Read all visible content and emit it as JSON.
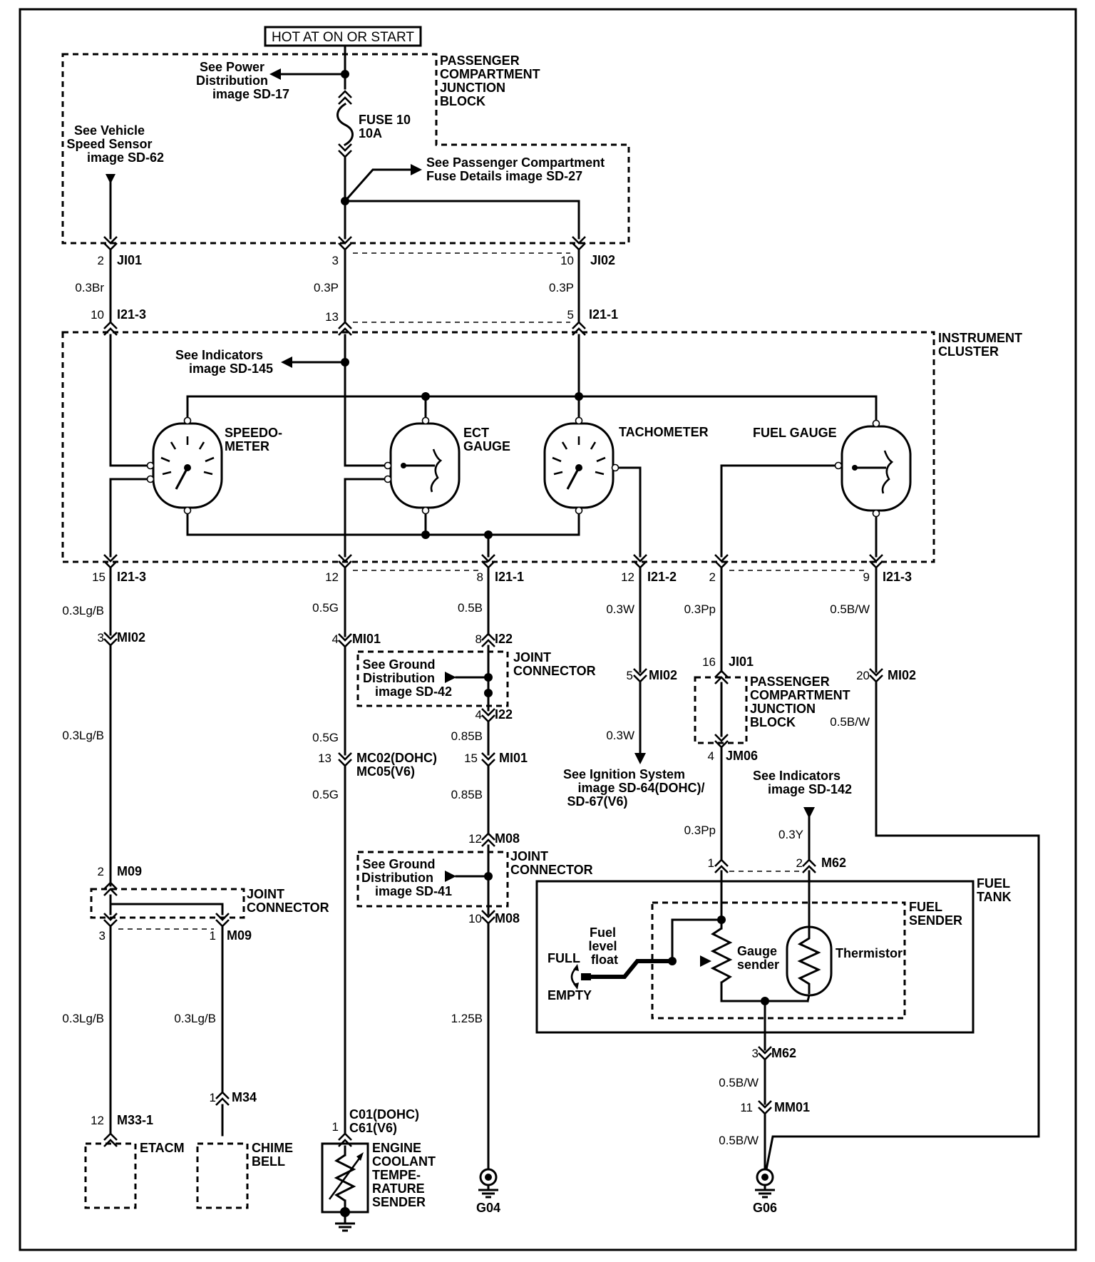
{
  "power_source": "HOT AT ON OR START",
  "pcjb": {
    "title_lines": [
      "PASSENGER",
      "COMPARTMENT",
      "JUNCTION",
      "BLOCK"
    ],
    "ref_power": [
      "See Power",
      "Distribution",
      "image SD-17"
    ],
    "ref_vss": [
      "See Vehicle",
      "Speed Sensor",
      "image SD-62"
    ],
    "fuse": [
      "FUSE 10",
      "10A"
    ],
    "ref_fuse": [
      "See Passenger Compartment",
      "Fuse Details image SD-27"
    ]
  },
  "upper_pins": {
    "j101_pin": "2",
    "j101_name": "JI01",
    "mid_pin": "3",
    "j102_pin": "10",
    "j102_name": "JI02",
    "wire_br": "0.3Br",
    "wire_p1": "0.3P",
    "wire_p2": "0.3P",
    "i213_pin": "10",
    "i213_name": "I21-3",
    "i13_pin": "13",
    "i211_pin": "5",
    "i211_name": "I21-1"
  },
  "cluster": {
    "title_lines": [
      "INSTRUMENT",
      "CLUSTER"
    ],
    "ref_indicators": [
      "See Indicators",
      "image SD-145"
    ],
    "speedo": [
      "SPEEDO-",
      "METER"
    ],
    "ect": [
      "ECT",
      "GAUGE"
    ],
    "tach": "TACHOMETER",
    "fuel": "FUEL GAUGE"
  },
  "lower_pins": {
    "p15": "15",
    "p15_name": "I21-3",
    "p12a": "12",
    "p8": "8",
    "p8_name": "I21-1",
    "p12b": "12",
    "p12b_name": "I21-2",
    "p2": "2",
    "p9": "9",
    "p9_name": "I21-3",
    "w_lgb": "0.3Lg/B",
    "w_g": "0.5G",
    "w_b": "0.5B",
    "w_w": "0.3W",
    "w_pp": "0.3Pp",
    "w_bw": "0.5B/W"
  },
  "col_speed": {
    "mi02_pin": "3",
    "mi02_name": "MI02",
    "wire2": "0.3Lg/B",
    "m09_pin": "2",
    "m09_name": "M09",
    "jc": [
      "JOINT",
      "CONNECTOR"
    ],
    "left_pin": "3",
    "right_pin": "1",
    "right_name": "M09",
    "wire_left": "0.3Lg/B",
    "wire_right": "0.3Lg/B",
    "m34_pin": "1",
    "m34_name": "M34",
    "m331_pin": "12",
    "m331_name": "M33-1",
    "etacm": "ETACM",
    "chime": [
      "CHIME",
      "BELL"
    ]
  },
  "col_ect": {
    "mi01_pin": "4",
    "mi01_name": "MI01",
    "wire2": "0.5G",
    "mc_pin": "13",
    "mc_name1": "MC02(DOHC)",
    "mc_name2": "MC05(V6)",
    "wire3": "0.5G",
    "c_pin": "1",
    "c_name1": "C01(DOHC)",
    "c_name2": "C61(V6)",
    "sender": [
      "ENGINE",
      "COOLANT",
      "TEMPE-",
      "RATURE",
      "SENDER"
    ]
  },
  "col_ground": {
    "i22a_pin": "8",
    "i22a_name": "I22",
    "jc1": [
      "JOINT",
      "CONNECTOR"
    ],
    "ref_gd42": [
      "See Ground",
      "Distribution",
      "image SD-42"
    ],
    "i22b_pin": "4",
    "i22b_name": "I22",
    "wire2": "0.85B",
    "mi01_pin": "15",
    "mi01_name": "MI01",
    "wire3": "0.85B",
    "m08a_pin": "12",
    "m08a_name": "M08",
    "jc2": [
      "JOINT",
      "CONNECTOR"
    ],
    "ref_gd41": [
      "See Ground",
      "Distribution",
      "image SD-41"
    ],
    "m08b_pin": "10",
    "m08b_name": "M08",
    "wire4": "1.25B",
    "ground": "G04"
  },
  "col_tach": {
    "mi02_pin": "5",
    "mi02_name": "MI02",
    "wire2": "0.3W",
    "ref_ign": [
      "See Ignition System",
      "image SD-64(DOHC)/",
      "SD-67(V6)"
    ]
  },
  "col_fuel": {
    "j101_pin": "16",
    "j101_name": "JI01",
    "pcjb": [
      "PASSENGER",
      "COMPARTMENT",
      "JUNCTION",
      "BLOCK"
    ],
    "jm06_pin": "4",
    "jm06_name": "JM06",
    "ref_ind142": [
      "See Indicators",
      "image SD-142"
    ],
    "wire_pp": "0.3Pp",
    "wire_y": "0.3Y",
    "m62_pin1": "1",
    "m62_pin2": "2",
    "m62_name": "M62",
    "mi02_pin": "20",
    "mi02_name": "MI02",
    "wire_bw2": "0.5B/W",
    "fuel_tank": [
      "FUEL",
      "TANK"
    ],
    "fuel_sender": [
      "FUEL",
      "SENDER"
    ],
    "float_label": [
      "Fuel",
      "level",
      "float"
    ],
    "full": "FULL",
    "empty": "EMPTY",
    "gauge_sender": [
      "Gauge",
      "sender"
    ],
    "thermistor": "Thermistor",
    "m62b_pin": "3",
    "m62b_name": "M62",
    "wire_bw3": "0.5B/W",
    "mm01_pin": "11",
    "mm01_name": "MM01",
    "wire_bw4": "0.5B/W",
    "ground": "G06"
  }
}
